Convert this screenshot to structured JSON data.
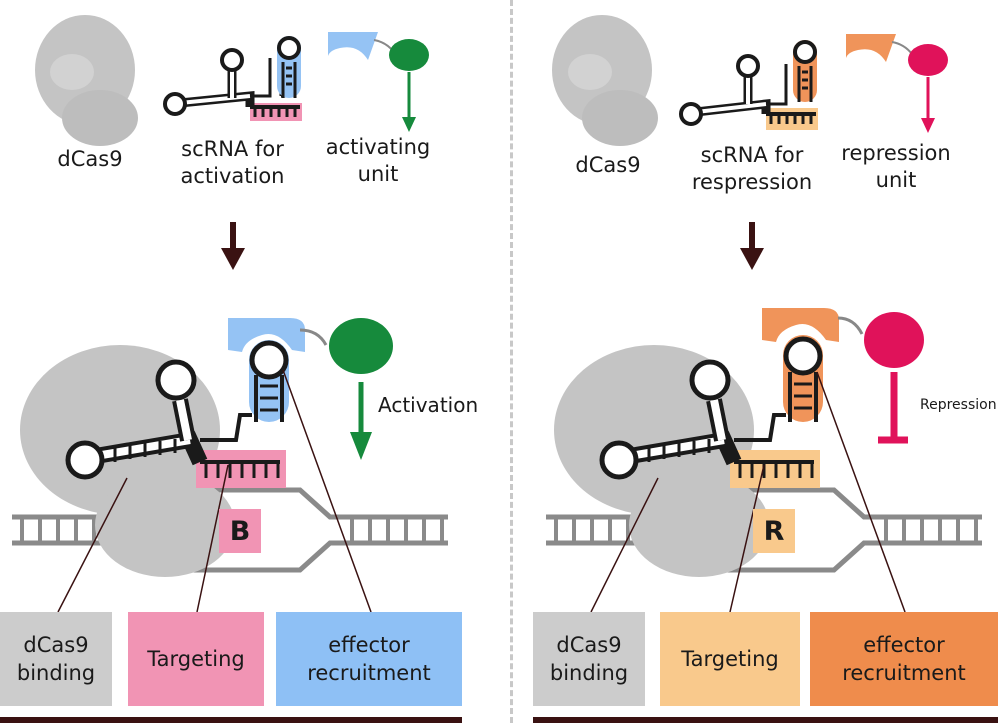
{
  "left": {
    "dcas9": "dCas9",
    "scrna_line1": "scRNA for",
    "scrna_line2": "activation",
    "unit_line1": "activating",
    "unit_line2": "unit",
    "effect_label": "Activation",
    "dna_letter": "B",
    "box_binding_line1": "dCas9",
    "box_binding_line2": "binding",
    "box_targeting": "Targeting",
    "box_effector_line1": "effector",
    "box_effector_line2": "recruitment"
  },
  "right": {
    "dcas9": "dCas9",
    "scrna_line1": "scRNA for",
    "scrna_line2": "respression",
    "unit_line1": "repression",
    "unit_line2": "unit",
    "effect_label": "Repression",
    "dna_letter": "R",
    "box_binding_line1": "dCas9",
    "box_binding_line2": "binding",
    "box_targeting": "Targeting",
    "box_effector_line1": "effector",
    "box_effector_line2": "recruitment"
  },
  "colors": {
    "dcas9_gray": "#c4c4c4",
    "binding_box": "#cccccc",
    "activation_targeting": "#f194b4",
    "activation_effector_box": "#8ec0f5",
    "activation_adapter": "#95c3f4",
    "activation_effector": "#168a3c",
    "repression_targeting": "#f9c98c",
    "repression_effector_box": "#ef8c4c",
    "repression_adapter": "#f0945a",
    "repression_effector": "#e0125a",
    "arrow_dark": "#3a1212"
  }
}
